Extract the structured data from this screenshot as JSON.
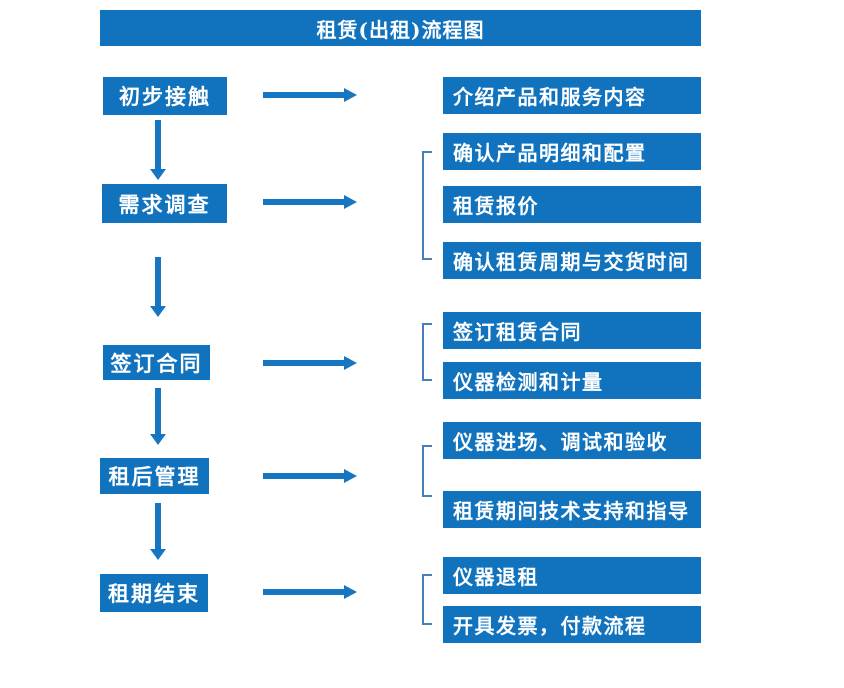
{
  "title": "租赁(出租)流程图",
  "colors": {
    "box_blue": "#1173BD",
    "arrow_blue": "#1676C2",
    "bracket_blue": "#4A7EBB",
    "text": "#FFFFFF",
    "background": "#FFFFFF"
  },
  "steps": [
    {
      "label": "初步接触",
      "details": [
        "介绍产品和服务内容"
      ]
    },
    {
      "label": "需求调查",
      "details": [
        "确认产品明细和配置",
        "租赁报价",
        "确认租赁周期与交货时间"
      ]
    },
    {
      "label": "签订合同",
      "details": [
        "签订租赁合同",
        "仪器检测和计量"
      ]
    },
    {
      "label": "租后管理",
      "details": [
        "仪器进场、调试和验收",
        "租赁期间技术支持和指导"
      ]
    },
    {
      "label": "租期结束",
      "details": [
        "仪器退租",
        "开具发票，付款流程"
      ]
    }
  ]
}
